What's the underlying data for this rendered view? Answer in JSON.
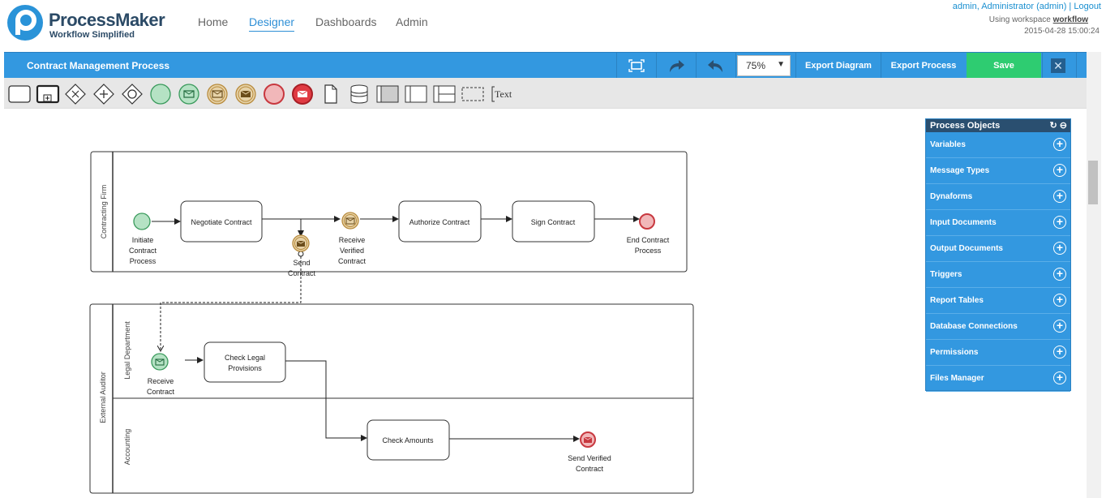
{
  "brand": {
    "title": "ProcessMaker",
    "subtitle": "Workflow Simplified"
  },
  "nav": [
    "Home",
    "Designer",
    "Dashboards",
    "Admin"
  ],
  "user": {
    "line": "admin, Administrator (admin)",
    "sep": "|",
    "logout": "Logout",
    "workspace_prefix": "Using workspace",
    "workspace": "workflow",
    "datetime": "2015-04-28 15:00:24"
  },
  "toolbar": {
    "process_title": "Contract Management Process",
    "zoom": "75%",
    "export_diagram": "Export Diagram",
    "export_process": "Export Process",
    "save": "Save"
  },
  "shapes": [
    "task-icon",
    "subprocess-icon",
    "exclusive-gateway-icon",
    "parallel-gateway-icon",
    "inclusive-gateway-icon",
    "start-event-icon",
    "start-message-event-icon",
    "intermediate-message-catch-icon",
    "intermediate-message-throw-icon",
    "end-event-icon",
    "end-message-event-icon",
    "data-object-icon",
    "data-store-icon",
    "pool-icon",
    "lane-icon",
    "lane-vertical-icon",
    "group-icon",
    "text-annotation-icon"
  ],
  "shape_text_label": "Text",
  "panel": {
    "title": "Process Objects",
    "items": [
      "Variables",
      "Message Types",
      "Dynaforms",
      "Input Documents",
      "Output Documents",
      "Triggers",
      "Report Tables",
      "Database Connections",
      "Permissions",
      "Files Manager"
    ]
  },
  "diagram": {
    "pool1": {
      "label": "Contracting Firm"
    },
    "pool2": {
      "label": "External Auditor",
      "lanes": [
        "Legal Department",
        "Accounting"
      ]
    },
    "tasks": {
      "negotiate": "Negotiate Contract",
      "authorize": "Authorize Contract",
      "sign": "Sign Contract",
      "check_legal_1": "Check Legal",
      "check_legal_2": "Provisions",
      "check_amounts": "Check Amounts"
    },
    "events": {
      "initiate": [
        "Initiate",
        "Contract",
        "Process"
      ],
      "send_contract": [
        "Send",
        "Contract"
      ],
      "receive_verified": [
        "Receive",
        "Verified",
        "Contract"
      ],
      "end_contract": [
        "End Contract",
        "Process"
      ],
      "receive_contract": [
        "Receive",
        "Contract"
      ],
      "send_verified": [
        "Send Verified",
        "Contract"
      ]
    }
  },
  "colors": {
    "accent": "#3398e0",
    "save": "#2ecc71",
    "start": "#b5e2c4",
    "end": "#f1b7b9",
    "intermediate": "#e6d2a8"
  }
}
